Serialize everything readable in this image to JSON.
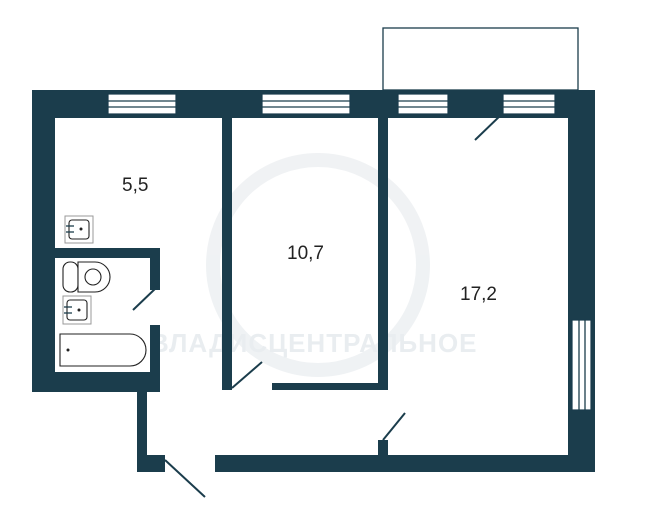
{
  "plan": {
    "rooms": [
      {
        "id": "kitchen",
        "area": "5,5"
      },
      {
        "id": "room-small",
        "area": "10,7"
      },
      {
        "id": "room-large",
        "area": "17,2"
      }
    ],
    "watermark": "ВЛАДИСЦЕНТРАЛЬНОЕ",
    "wall_color": "#1b3d4c"
  }
}
